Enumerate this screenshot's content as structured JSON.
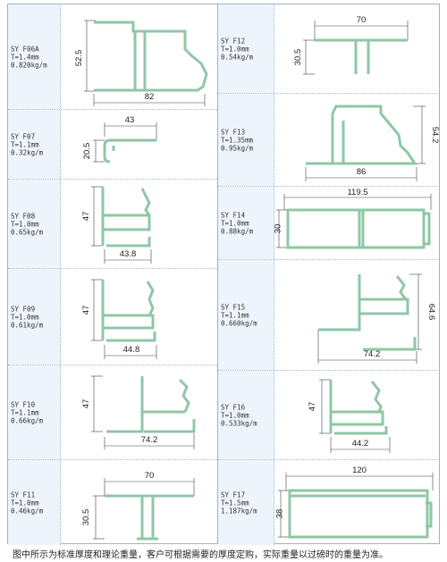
{
  "colors": {
    "profile": "#8fc7a6",
    "profile_stroke": "#5d9b78",
    "dimension_line": "#444444",
    "label_bg": "#eef4fb",
    "grid": "#9fb3c8"
  },
  "profiles": [
    {
      "id": "f06a",
      "code": "SY F06A",
      "thickness": "T=1.4mm",
      "weight": "0.820kg/m",
      "dims": [
        "52.5",
        "82"
      ]
    },
    {
      "id": "f07",
      "code": "SY F07",
      "thickness": "T=1.1mm",
      "weight": "0.32kg/m",
      "dims": [
        "43",
        "20.5"
      ]
    },
    {
      "id": "f08",
      "code": "SY F08",
      "thickness": "T=1.0mm",
      "weight": "0.65kg/m",
      "dims": [
        "47",
        "43.8"
      ]
    },
    {
      "id": "f09",
      "code": "SY F09",
      "thickness": "T=1.0mm",
      "weight": "0.61kg/m",
      "dims": [
        "47",
        "44.8"
      ]
    },
    {
      "id": "f10",
      "code": "SY F10",
      "thickness": "T=1.1mm",
      "weight": "0.66kg/m",
      "dims": [
        "47",
        "74.2"
      ]
    },
    {
      "id": "f11",
      "code": "SY F11",
      "thickness": "T=1.0mm",
      "weight": "0.46kg/m",
      "dims": [
        "70",
        "30.5"
      ]
    },
    {
      "id": "f12",
      "code": "SY F12",
      "thickness": "T=1.0mm",
      "weight": "0.54kg/m",
      "dims": [
        "70",
        "30.5"
      ]
    },
    {
      "id": "f13",
      "code": "SY F13",
      "thickness": "T=1.35mm",
      "weight": "0.95kg/m",
      "dims": [
        "54.2",
        "86"
      ]
    },
    {
      "id": "f14",
      "code": "SY F14",
      "thickness": "T=1.0mm",
      "weight": "0.88kg/m",
      "dims": [
        "119.5",
        "30"
      ]
    },
    {
      "id": "f15",
      "code": "SY F15",
      "thickness": "T=1.1mm",
      "weight": "0.660kg/m",
      "dims": [
        "64.6",
        "74.2"
      ]
    },
    {
      "id": "f16",
      "code": "SY F16",
      "thickness": "T=1.0mm",
      "weight": "0.533kg/m",
      "dims": [
        "47",
        "44.2"
      ]
    },
    {
      "id": "f17",
      "code": "SY F17",
      "thickness": "T=1.5mm",
      "weight": "1.187kg/m",
      "dims": [
        "120",
        "38"
      ]
    }
  ],
  "footer_note": "图中所示为标准厚度和理论重量，客户可根据需要的厚度定购，实际重量以过磅时的重量为准。"
}
